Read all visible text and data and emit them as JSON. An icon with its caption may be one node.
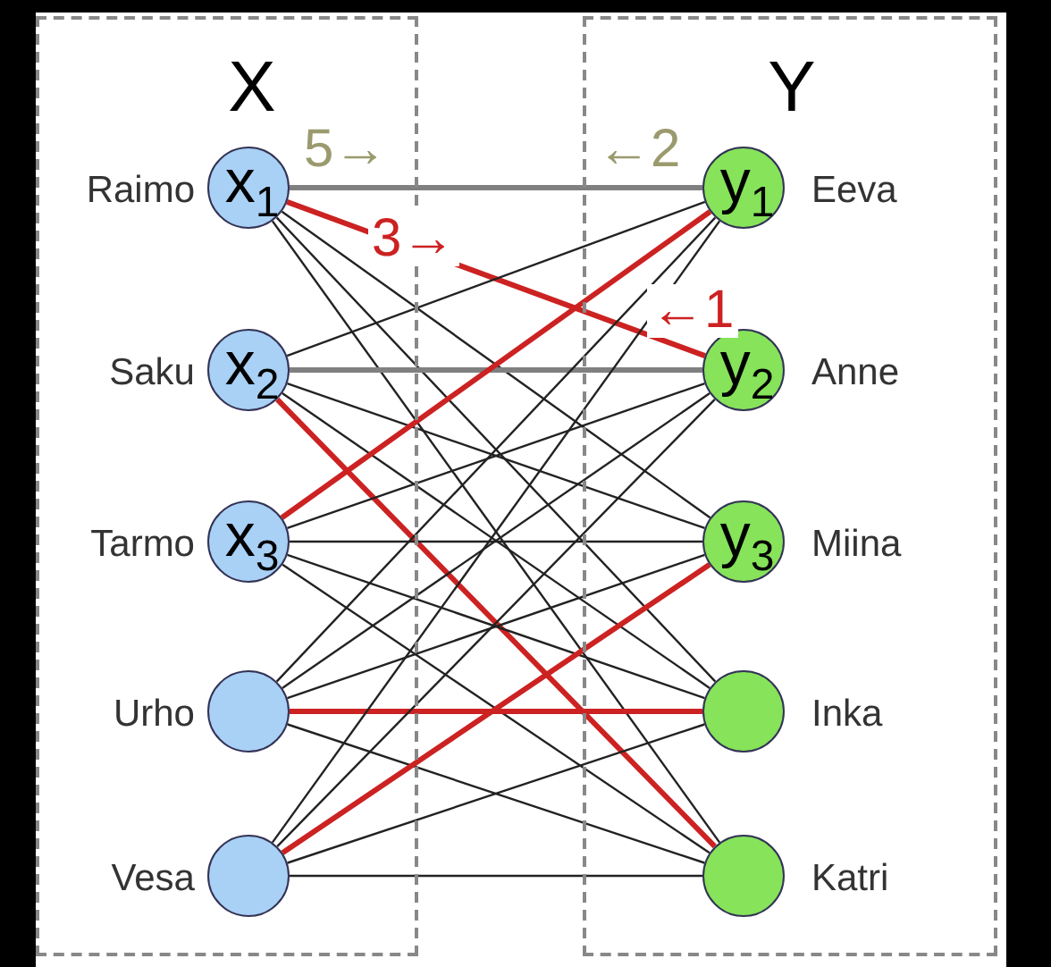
{
  "diagram": {
    "nodes": [
      {
        "text": [
          "X"
        ]
      },
      {
        "text": [
          "x$_{1}$"
        ],
        "beside": [
          "Raimo"
        ],
        "in": 0
      },
      {
        "text": [
          "x$_{2}$"
        ],
        "beside": [
          "Saku"
        ],
        "in": 0
      },
      {
        "text": [
          "x$_{3}$"
        ],
        "beside": [
          "Tarmo"
        ],
        "in": 0
      },
      {
        "text": [],
        "shape": "circle",
        "beside": [
          "Urho"
        ],
        "in": 0
      },
      {
        "text": [],
        "shape": "circle",
        "beside": [
          "Vesa"
        ],
        "in": 0
      },
      {
        "text": [
          "Y"
        ]
      },
      {
        "text": [
          "y$_{1}$"
        ],
        "beside": [
          "Eeva"
        ],
        "in": 6
      },
      {
        "text": [
          "y$_{2}$"
        ],
        "beside": [
          "Anne"
        ],
        "in": 6
      },
      {
        "text": [
          "y$_{3}$"
        ],
        "beside": [
          "Miina"
        ],
        "in": 6
      },
      {
        "text": [],
        "shape": "circle",
        "beside": [
          "Inka"
        ],
        "in": 6
      },
      {
        "text": [],
        "shape": "circle",
        "beside": [
          "Katri"
        ],
        "in": 6
      }
    ],
    "edges": [
      {
        "from": 1,
        "to": 7,
        "arrow": "none",
        "style": "thick",
        "color": "#808080"
      },
      {
        "from": 1,
        "to": 8,
        "arrow": "none",
        "style": "thick",
        "color": "#cc2222"
      },
      {
        "from": 1,
        "to": 9,
        "arrow": "none"
      },
      {
        "from": 1,
        "to": 10,
        "arrow": "none"
      },
      {
        "from": 1,
        "to": 11,
        "arrow": "none"
      },
      {
        "from": 2,
        "to": 7,
        "arrow": "none"
      },
      {
        "from": 2,
        "to": 8,
        "arrow": "none",
        "style": "thick",
        "color": "#808080"
      },
      {
        "from": 2,
        "to": 9,
        "arrow": "none"
      },
      {
        "from": 2,
        "to": 10,
        "arrow": "none"
      },
      {
        "from": 2,
        "to": 11,
        "arrow": "none",
        "style": "thick",
        "color": "#cc2222"
      },
      {
        "from": 3,
        "to": 7,
        "arrow": "none",
        "style": "thick",
        "color": "#cc2222"
      },
      {
        "from": 3,
        "to": 8,
        "arrow": "none"
      },
      {
        "from": 3,
        "to": 9,
        "arrow": "none"
      },
      {
        "from": 3,
        "to": 10,
        "arrow": "none"
      },
      {
        "from": 3,
        "to": 11,
        "arrow": "none"
      },
      {
        "from": 4,
        "to": 7,
        "arrow": "none"
      },
      {
        "from": 4,
        "to": 8,
        "arrow": "none"
      },
      {
        "from": 4,
        "to": 9,
        "arrow": "none"
      },
      {
        "from": 4,
        "to": 10,
        "arrow": "none",
        "style": "thick",
        "color": "#cc2222"
      },
      {
        "from": 4,
        "to": 11,
        "arrow": "none"
      },
      {
        "from": 5,
        "to": 7,
        "arrow": "none"
      },
      {
        "from": 5,
        "to": 8,
        "arrow": "none"
      },
      {
        "from": 5,
        "to": 9,
        "arrow": "none",
        "style": "thick",
        "color": "#cc2222"
      },
      {
        "from": 5,
        "to": 10,
        "arrow": "none"
      },
      {
        "from": 5,
        "to": 11,
        "arrow": "none"
      }
    ],
    "labels": [
      "5→",
      "←2",
      "3→",
      "←1"
    ]
  }
}
